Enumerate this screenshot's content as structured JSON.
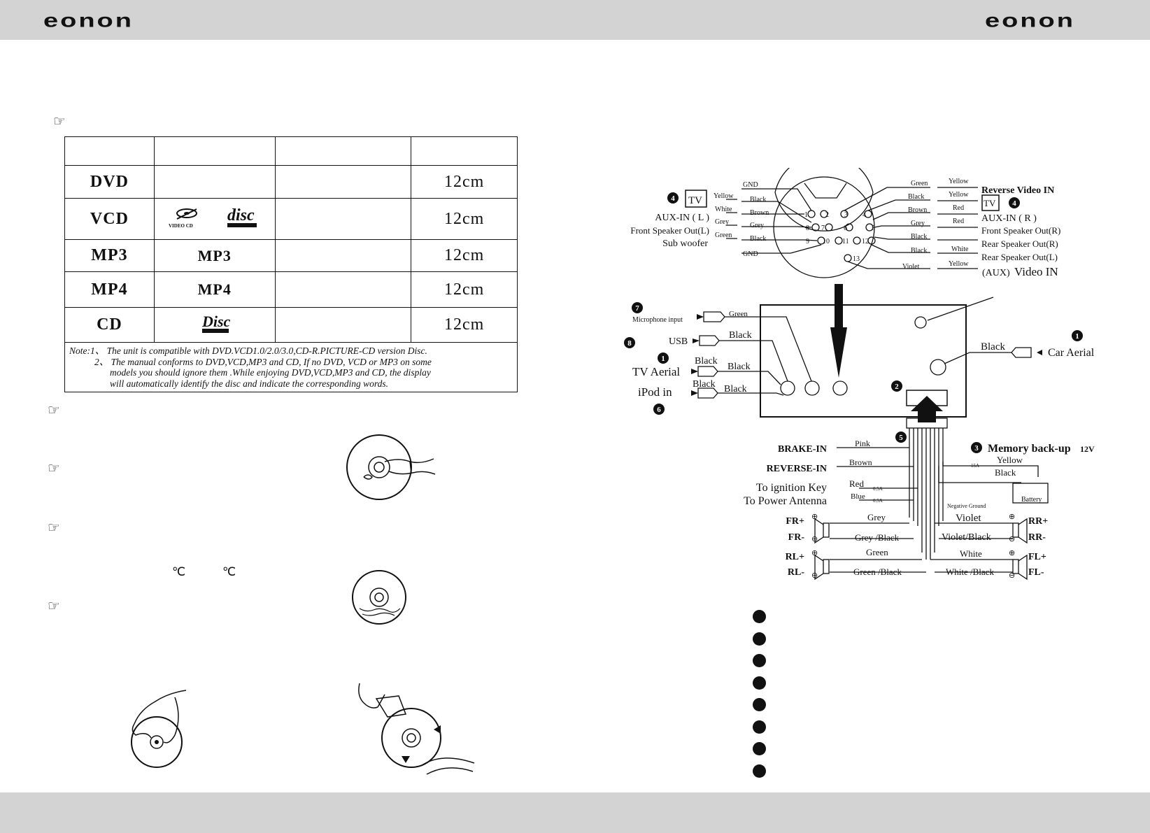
{
  "brand": {
    "logo_left": "eonon",
    "logo_right": "eonon"
  },
  "disc_table": {
    "rows": [
      {
        "type": "DVD",
        "size": "12cm"
      },
      {
        "type": "VCD",
        "size": "12cm",
        "logo_a": "VIDEO CD",
        "logo_b": "disc"
      },
      {
        "type": "MP3",
        "size": "12cm",
        "logo_text": "MP3"
      },
      {
        "type": "MP4",
        "size": "12cm",
        "logo_text": "MP4"
      },
      {
        "type": "CD",
        "size": "12cm",
        "logo_b": "Disc"
      }
    ],
    "note_lines": [
      "Note:1、 The unit is compatible with DVD.VCD1.0/2.0/3.0,CD-R.PICTURE-CD version Disc.",
      "2、 The manual conforms to DVD,VCD,MP3 and CD, If no DVD, VCD or MP3 on some",
      "models you  should ignore them .While enjoying DVD,VCD,MP3 and CD, the display",
      "will automatically  identify the disc and indicate the corresponding words."
    ]
  },
  "temperature_marks": [
    "℃",
    "℃"
  ],
  "wiring": {
    "din_left_labels": [
      "TV",
      "AUX-IN ( L )",
      "Front Speaker Out(L)",
      "Sub woofer"
    ],
    "din_left_wires_top": [
      "Yellow",
      "White",
      "Grey",
      "Green"
    ],
    "din_left_wires": [
      "GND",
      "Black",
      "Brown",
      "Grey",
      "Black",
      "GND"
    ],
    "din_pins": [
      "1",
      "2",
      "3",
      "4",
      "5",
      "6",
      "7",
      "8",
      "9",
      "10",
      "11",
      "12",
      "13"
    ],
    "din_right_wires": [
      "Green",
      "Black",
      "Brown",
      "Grey",
      "Black",
      "Black",
      "Violet"
    ],
    "din_right_wires_top": [
      "Yellow",
      "Yellow",
      "Red",
      "Red",
      "White",
      "Yellow"
    ],
    "din_right_labels": [
      "Reverse Video IN",
      "TV",
      "AUX-IN ( R )",
      "Front Speaker Out(R)",
      "Rear Speaker Out(R)",
      "Rear Speaker Out(L)",
      "(AUX)",
      "Video IN"
    ],
    "inputs": {
      "microphone": "Microphone input",
      "microphone_wire": "Green",
      "usb": "USB",
      "usb_wire": "Black",
      "tv_aerial": "TV Aerial",
      "tv_wire_a": "Black",
      "tv_wire_b": "Black",
      "ipod": "iPod in",
      "ipod_wire_a": "Black",
      "ipod_wire_b": "Black",
      "car_aerial": "Car Aerial",
      "car_wire": "Black"
    },
    "power": {
      "brake": "BRAKE-IN",
      "brake_wire": "Pink",
      "reverse": "REVERSE-IN",
      "reverse_wire": "Brown",
      "ignition": "To ignition Key",
      "ignition_wire": "Red",
      "antenna": "To Power Antenna",
      "antenna_wire": "Blue",
      "fuse_a": "0.5A",
      "fuse_b": "0.5A",
      "fuse_c": "15A",
      "memory": "Memory back-up",
      "memory_v": "12V",
      "memory_wire_a": "Yellow",
      "memory_wire_b": "Black",
      "battery": "Battery",
      "ground": "Negative Ground"
    },
    "speakers": [
      {
        "pos": "FR+",
        "neg": "FR-",
        "wire_pos": "Grey",
        "wire_neg": "Grey /Black"
      },
      {
        "pos": "RL+",
        "neg": "RL-",
        "wire_pos": "Green",
        "wire_neg": "Green /Black"
      },
      {
        "pos": "RR+",
        "neg": "RR-",
        "wire_pos": "Violet",
        "wire_neg": "Violet/Black"
      },
      {
        "pos": "FL+",
        "neg": "FL-",
        "wire_pos": "White",
        "wire_neg": "White /Black"
      }
    ],
    "markers": [
      "1",
      "2",
      "3",
      "4",
      "4",
      "5",
      "6",
      "7",
      "8",
      "1"
    ]
  },
  "legend_bullet_count": 8
}
